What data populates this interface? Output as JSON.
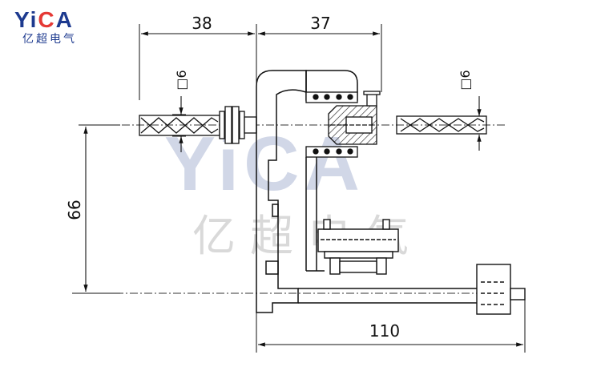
{
  "logo": {
    "brand_prefix": "Y",
    "brand_i": "i",
    "brand_c": "C",
    "brand_a": "A",
    "subtitle": "亿超电气",
    "colors": {
      "brand": "#1d3a8f",
      "accent": "#e53935"
    }
  },
  "watermark": {
    "brand": "YiCA",
    "subtitle": "亿超电气"
  },
  "dimensions": {
    "top_left": "38",
    "top_right": "37",
    "left_vertical": "66",
    "bottom": "110",
    "left_square": "□6",
    "right_square": "□6"
  }
}
